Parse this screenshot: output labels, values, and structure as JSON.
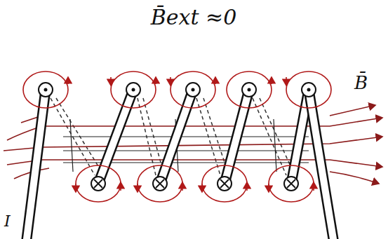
{
  "diagram": {
    "labels": [
      "B̄ext ≈0",
      "B̄",
      "I"
    ]
  }
}
